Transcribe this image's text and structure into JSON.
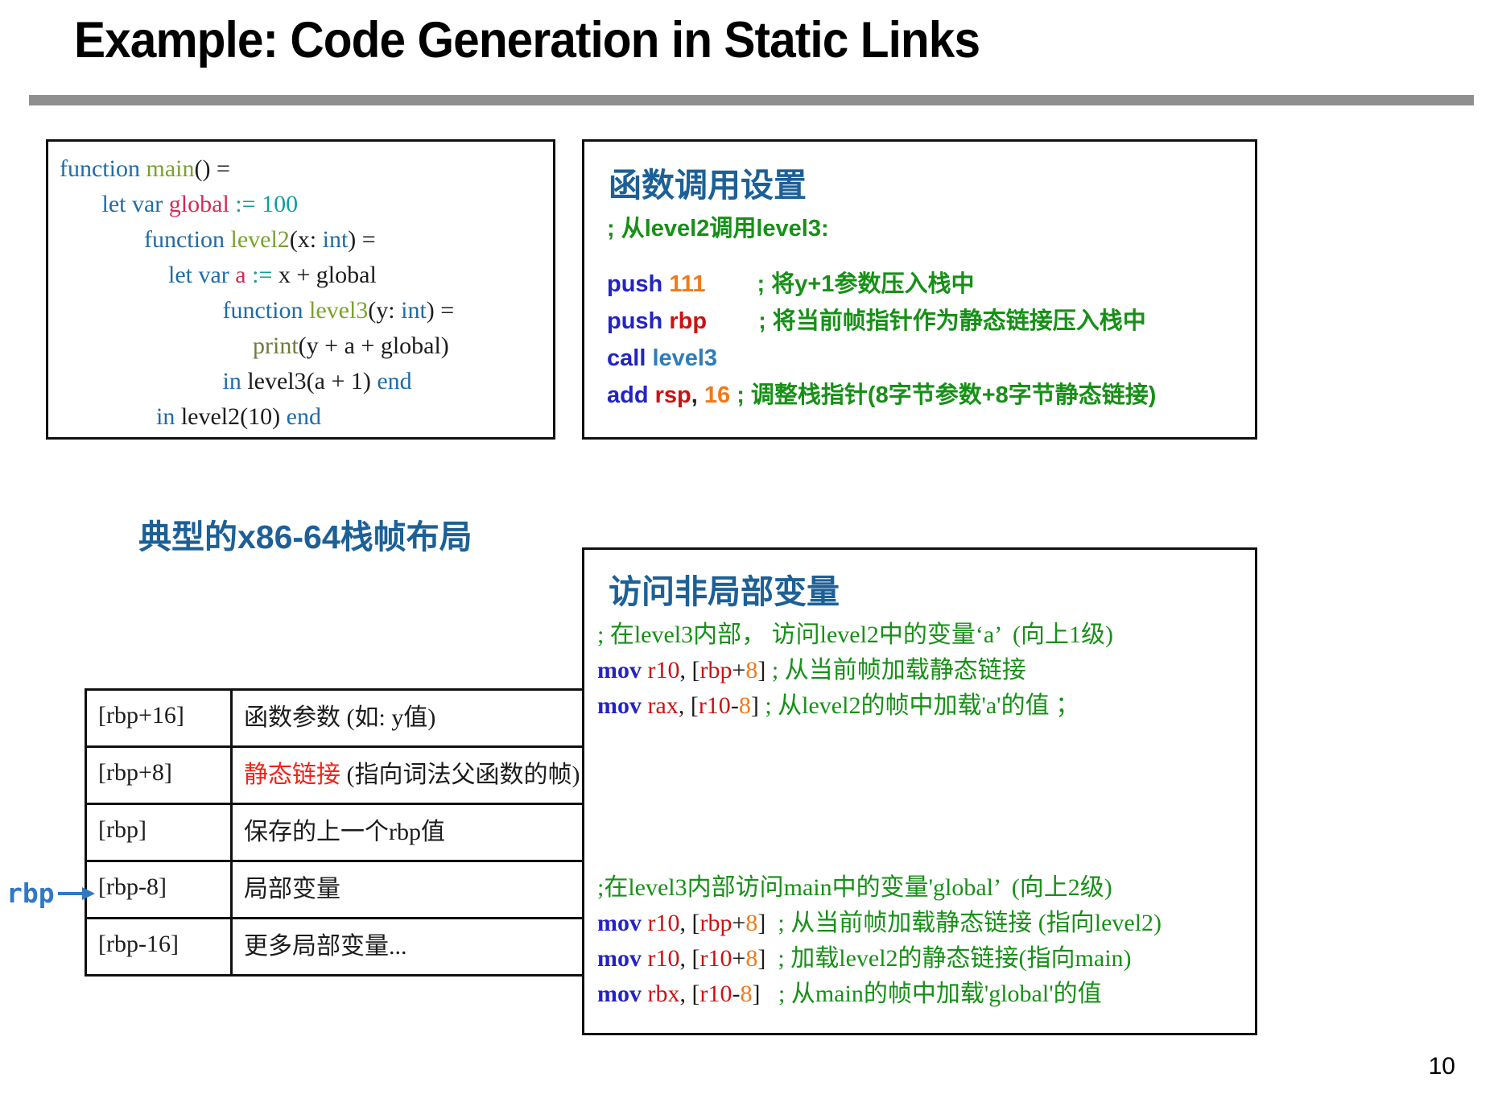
{
  "title": "Example: Code Generation in Static Links",
  "page_number": "10",
  "colors": {
    "heading_blue": "#1d6097",
    "keyword_blue": "#1f6ca8",
    "comment_green": "#169016",
    "register_red": "#cb1212",
    "immediate_orange": "#f2791a",
    "static_link_red": "#ee2418",
    "rbp_arrow_blue": "#2f78c8"
  },
  "code_box": {
    "lines": [
      [
        [
          "kw",
          "function "
        ],
        [
          "fn",
          "main"
        ],
        [
          "plain",
          "() ="
        ]
      ],
      [
        [
          "plain",
          "       "
        ],
        [
          "kw",
          "let var "
        ],
        [
          "var",
          "global"
        ],
        [
          "plain",
          " "
        ],
        [
          "asn",
          ":="
        ],
        [
          "plain",
          " "
        ],
        [
          "num",
          "100"
        ]
      ],
      [
        [
          "plain",
          "              "
        ],
        [
          "kw",
          "function "
        ],
        [
          "fn",
          "level2"
        ],
        [
          "plain",
          "(x: "
        ],
        [
          "kw",
          "int"
        ],
        [
          "plain",
          ") ="
        ]
      ],
      [
        [
          "plain",
          "                  "
        ],
        [
          "kw",
          "let var "
        ],
        [
          "var",
          "a"
        ],
        [
          "plain",
          " "
        ],
        [
          "asn",
          ":="
        ],
        [
          "plain",
          " x + global"
        ]
      ],
      [
        [
          "plain",
          "                           "
        ],
        [
          "kw",
          "function "
        ],
        [
          "fn",
          "level3"
        ],
        [
          "plain",
          "(y: "
        ],
        [
          "kw",
          "int"
        ],
        [
          "plain",
          ") ="
        ]
      ],
      [
        [
          "plain",
          "                                "
        ],
        [
          "print",
          "print"
        ],
        [
          "plain",
          "(y + a + global)"
        ]
      ],
      [
        [
          "plain",
          "                           "
        ],
        [
          "kw",
          "in"
        ],
        [
          "plain",
          " level3(a + 1) "
        ],
        [
          "kw",
          "end"
        ]
      ],
      [
        [
          "plain",
          "                "
        ],
        [
          "kw",
          "in"
        ],
        [
          "plain",
          " level2(10) "
        ],
        [
          "kw",
          "end"
        ]
      ]
    ]
  },
  "call_setup_box": {
    "title": "函数调用设置",
    "comment": [
      [
        "cmt",
        "; 从level2调用level3:"
      ]
    ],
    "lines": [
      [
        [
          "aop",
          "push"
        ],
        [
          "plain",
          " "
        ],
        [
          "imm",
          "111"
        ],
        [
          "gap",
          ""
        ],
        [
          "cmt",
          "; 将y+1参数压入栈中"
        ]
      ],
      [
        [
          "aop",
          "push"
        ],
        [
          "plain",
          " "
        ],
        [
          "reg",
          "rbp"
        ],
        [
          "gap",
          ""
        ],
        [
          "cmt",
          "; 将当前帧指针作为静态链接压入栈中"
        ]
      ],
      [
        [
          "aop",
          "call"
        ],
        [
          "plain",
          " "
        ],
        [
          "lbl",
          "level3"
        ]
      ],
      [
        [
          "aop",
          "add"
        ],
        [
          "plain",
          " "
        ],
        [
          "reg",
          "rsp"
        ],
        [
          "plain",
          ", "
        ],
        [
          "imm",
          "16"
        ],
        [
          "cmt",
          " ; 调整栈指针(8字节参数+8字节静态链接)"
        ]
      ]
    ]
  },
  "stack_frame": {
    "heading": "典型的x86-64栈帧布局",
    "rbp_label": "rbp",
    "rows": [
      {
        "addr": "[rbp+16]",
        "desc": [
          [
            "plain",
            "函数参数 (如: y值)"
          ]
        ]
      },
      {
        "addr": "[rbp+8]",
        "desc": [
          [
            "redtext",
            "静态链接"
          ],
          [
            "plain",
            " (指向词法父函数的帧)"
          ]
        ]
      },
      {
        "addr": "[rbp]",
        "desc": [
          [
            "plain",
            "保存的上一个rbp值"
          ]
        ]
      },
      {
        "addr": "[rbp-8]",
        "desc": [
          [
            "plain",
            "局部变量"
          ]
        ]
      },
      {
        "addr": "[rbp-16]",
        "desc": [
          [
            "plain",
            "更多局部变量..."
          ]
        ]
      }
    ]
  },
  "nonlocal_box": {
    "title": "访问非局部变量",
    "group1": [
      [
        [
          "cmt",
          "; 在level3内部， 访问level2中的变量‘a’  (向上1级)"
        ]
      ],
      [
        [
          "aop",
          "mov"
        ],
        [
          "plain",
          " "
        ],
        [
          "reg",
          "r10"
        ],
        [
          "plain",
          ", ["
        ],
        [
          "reg",
          "rbp"
        ],
        [
          "plain",
          "+"
        ],
        [
          "imm",
          "8"
        ],
        [
          "plain",
          "] "
        ],
        [
          "cmt",
          "; 从当前帧加载静态链接"
        ]
      ],
      [
        [
          "aop",
          "mov"
        ],
        [
          "plain",
          " "
        ],
        [
          "reg",
          "rax"
        ],
        [
          "plain",
          ", ["
        ],
        [
          "reg",
          "r10"
        ],
        [
          "plain",
          "-"
        ],
        [
          "imm",
          "8"
        ],
        [
          "plain",
          "] "
        ],
        [
          "cmt",
          "; 从level2的帧中加载'a'的值 ；"
        ]
      ]
    ],
    "group2": [
      [
        [
          "cmt",
          ";在level3内部访问main中的变量'global’  (向上2级)"
        ]
      ],
      [
        [
          "aop",
          "mov"
        ],
        [
          "plain",
          " "
        ],
        [
          "reg",
          "r10"
        ],
        [
          "plain",
          ", ["
        ],
        [
          "reg",
          "rbp"
        ],
        [
          "plain",
          "+"
        ],
        [
          "imm",
          "8"
        ],
        [
          "plain",
          "]  "
        ],
        [
          "cmt",
          "; 从当前帧加载静态链接 (指向level2)"
        ]
      ],
      [
        [
          "aop",
          "mov"
        ],
        [
          "plain",
          " "
        ],
        [
          "reg",
          "r10"
        ],
        [
          "plain",
          ", ["
        ],
        [
          "reg",
          "r10"
        ],
        [
          "plain",
          "+"
        ],
        [
          "imm",
          "8"
        ],
        [
          "plain",
          "]  "
        ],
        [
          "cmt",
          "; 加载level2的静态链接(指向main)"
        ]
      ],
      [
        [
          "aop",
          "mov"
        ],
        [
          "plain",
          " "
        ],
        [
          "reg",
          "rbx"
        ],
        [
          "plain",
          ", ["
        ],
        [
          "reg",
          "r10"
        ],
        [
          "plain",
          "-"
        ],
        [
          "imm",
          "8"
        ],
        [
          "plain",
          "]   "
        ],
        [
          "cmt",
          "; 从main的帧中加载'global'的值"
        ]
      ]
    ]
  }
}
